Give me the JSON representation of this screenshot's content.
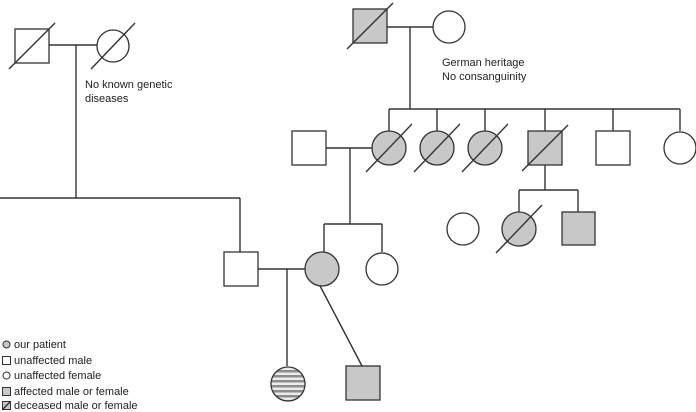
{
  "notes": {
    "grandparents_left": [
      "No known genetic",
      "diseases"
    ],
    "grandparents_right": [
      "German heritage",
      "No consanguinity"
    ]
  },
  "legend": [
    {
      "symbol": "affected-circle-icon",
      "label": "our patient"
    },
    {
      "symbol": "unaffected-square-icon",
      "label": "unaffected male"
    },
    {
      "symbol": "unaffected-circle-icon",
      "label": "unaffected female"
    },
    {
      "symbol": "affected-square-icon",
      "label": "affected male or female"
    },
    {
      "symbol": "deceased-square-icon",
      "label": "deceased male or female"
    }
  ],
  "colors": {
    "affected_fill": "#c8c8c8",
    "unaffected_fill": "#ffffff",
    "line": "#333333",
    "patient_stripe_dark": "#8c8c8c",
    "patient_stripe_light": "#ececec"
  }
}
